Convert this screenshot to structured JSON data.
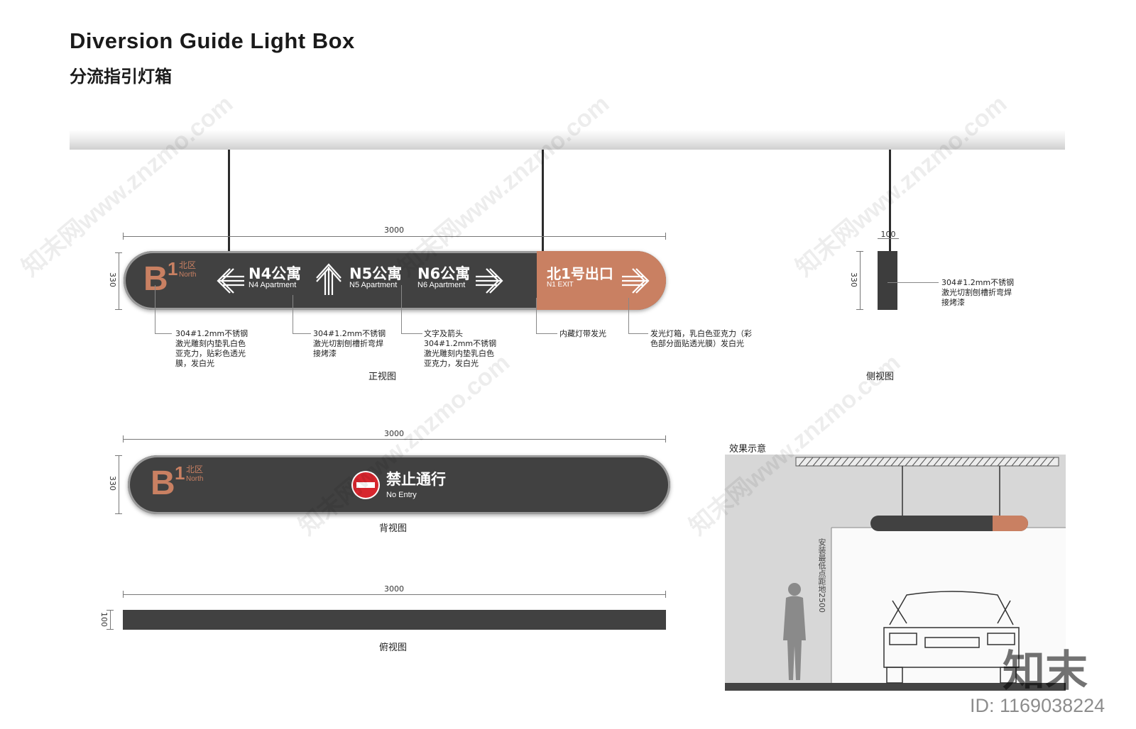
{
  "title_en": "Diversion Guide Light Box",
  "title_cn": "分流指引灯箱",
  "front": {
    "width_dim": "3000",
    "height_dim": "330",
    "level": {
      "big": "B",
      "num": "1",
      "zone_cn": "北区",
      "zone_en": "North"
    },
    "destinations": [
      {
        "cn": "N4公寓",
        "en": "N4 Apartment",
        "arrow": "arrow-left-icon"
      },
      {
        "cn": "N5公寓",
        "en": "N5 Apartment",
        "arrow": "arrow-up-icon"
      },
      {
        "cn": "N6公寓",
        "en": "N6 Apartment",
        "arrow": "arrow-right-icon"
      }
    ],
    "exit": {
      "cn": "北1号出口",
      "en": "N1 EXIT"
    },
    "notes": [
      "304#1.2mm不锈钢\n激光雕刻内垫乳白色\n亚克力，贴彩色透光\n膜，发白光",
      "304#1.2mm不锈钢\n激光切割刨槽折弯焊\n接烤漆",
      "文字及箭头\n304#1.2mm不锈钢\n激光雕刻内垫乳白色\n亚克力，发白光",
      "内藏灯带发光",
      "发光灯箱，乳白色亚克力（彩\n色部分面贴透光膜）发白光"
    ],
    "label": "正视图"
  },
  "side": {
    "width_dim": "100",
    "height_dim": "330",
    "note": "304#1.2mm不锈钢\n激光切割刨槽折弯焊\n接烤漆",
    "label": "侧视图"
  },
  "back": {
    "width_dim": "3000",
    "height_dim": "330",
    "level": {
      "big": "B",
      "num": "1",
      "zone_cn": "北区",
      "zone_en": "North"
    },
    "message_cn": "禁止通行",
    "message_en": "No Entry",
    "label": "背视图"
  },
  "top": {
    "width_dim": "3000",
    "height_dim": "100",
    "label": "俯视图"
  },
  "scene": {
    "label": "效果示意",
    "clearance": "安装最低点距地2500"
  },
  "watermark": {
    "text": "知末网www.znzmo.com",
    "brand": "知末",
    "id": "ID: 1169038224"
  },
  "colors": {
    "sign_body": "#414141",
    "accent_copper": "#c98062",
    "no_entry_red": "#d7262e"
  }
}
